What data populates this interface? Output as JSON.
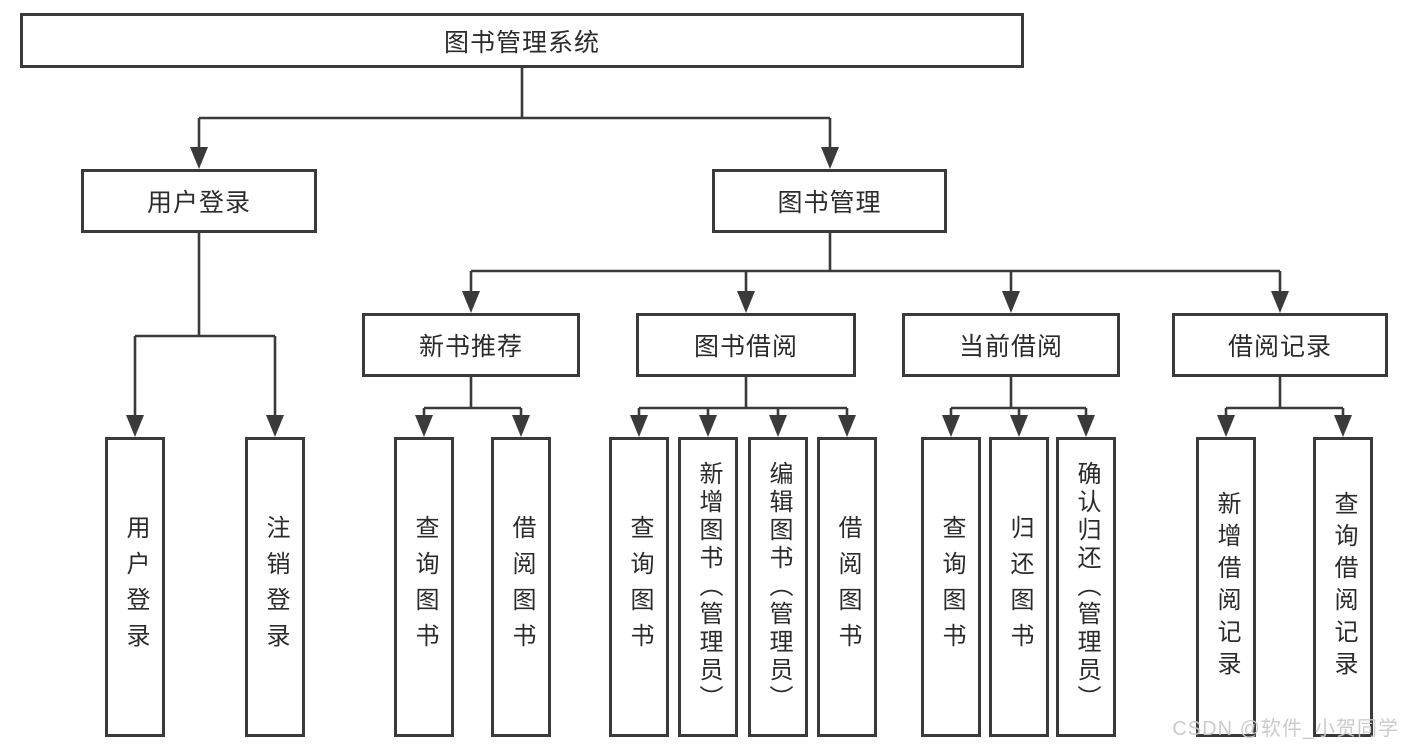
{
  "diagram": {
    "title": "图书管理系统",
    "colors": {
      "line": "#3a3a3a",
      "box_border": "#3a3a3a",
      "box_background": "#ffffff",
      "text": "#2b2b2b",
      "watermark_text": "#c9c9c9"
    },
    "nodes": {
      "root": {
        "label": "图书管理系统"
      },
      "user_login": {
        "label": "用户登录"
      },
      "book_mgmt": {
        "label": "图书管理"
      },
      "new_books": {
        "label": "新书推荐"
      },
      "book_borrow": {
        "label": "图书借阅"
      },
      "current_borrow": {
        "label": "当前借阅"
      },
      "borrow_records": {
        "label": "借阅记录"
      },
      "leaf_user_login": {
        "label": "用户登录"
      },
      "leaf_logout": {
        "label": "注销登录"
      },
      "leaf_nb_query": {
        "label": "查询图书"
      },
      "leaf_nb_borrow": {
        "label": "借阅图书"
      },
      "leaf_bb_query": {
        "label": "查询图书"
      },
      "leaf_bb_add": {
        "label": "新增图书（管理员）"
      },
      "leaf_bb_edit": {
        "label": "编辑图书（管理员）"
      },
      "leaf_bb_borrow": {
        "label": "借阅图书"
      },
      "leaf_cb_query": {
        "label": "查询图书"
      },
      "leaf_cb_return": {
        "label": "归还图书"
      },
      "leaf_cb_confirm": {
        "label": "确认归还（管理员）"
      },
      "leaf_rec_add": {
        "label": "新增借阅记录"
      },
      "leaf_rec_query": {
        "label": "查询借阅记录"
      }
    },
    "hierarchy": {
      "root": [
        "user_login",
        "book_mgmt"
      ],
      "user_login": [
        "leaf_user_login",
        "leaf_logout"
      ],
      "book_mgmt": [
        "new_books",
        "book_borrow",
        "current_borrow",
        "borrow_records"
      ],
      "new_books": [
        "leaf_nb_query",
        "leaf_nb_borrow"
      ],
      "book_borrow": [
        "leaf_bb_query",
        "leaf_bb_add",
        "leaf_bb_edit",
        "leaf_bb_borrow"
      ],
      "current_borrow": [
        "leaf_cb_query",
        "leaf_cb_return",
        "leaf_cb_confirm"
      ],
      "borrow_records": [
        "leaf_rec_add",
        "leaf_rec_query"
      ]
    },
    "watermark": {
      "text": "CSDN @软件_小贺同学"
    }
  }
}
